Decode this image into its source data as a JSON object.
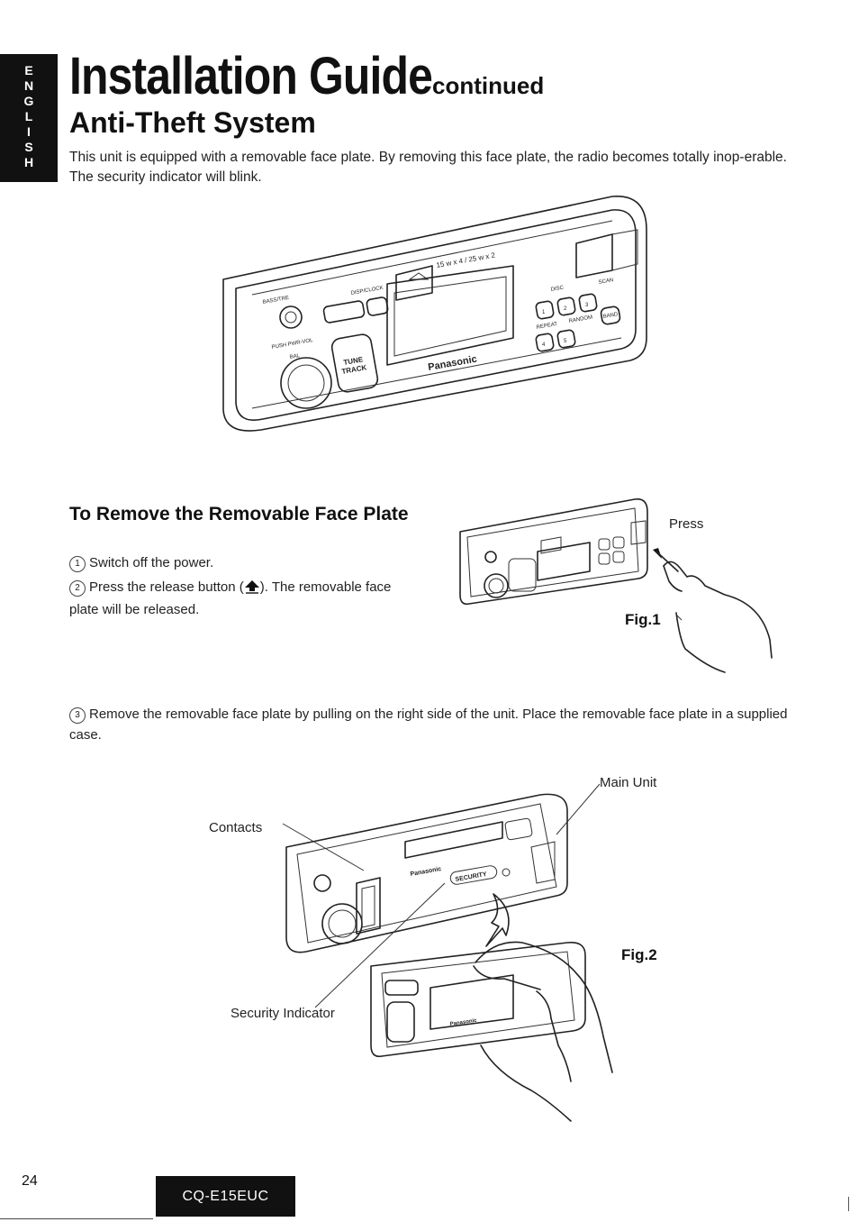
{
  "sidebar": {
    "language_letters": [
      "E",
      "N",
      "G",
      "L",
      "I",
      "S",
      "H"
    ]
  },
  "header": {
    "title": "Installation Guide",
    "title_suffix": "continued"
  },
  "section": {
    "title": "Anti-Theft System",
    "intro": "This unit is equipped with a removable face plate. By removing this face plate, the radio becomes totally inop-erable. The security indicator will blink."
  },
  "radio_panel": {
    "brand": "Panasonic",
    "labels": {
      "bass_treble": "BASS/TRE",
      "push_pwr_vol": "PUSH PWR-VOL",
      "bal": "BAL",
      "disp_clock": "DISP/CLOCK",
      "tune": "TUNE",
      "track": "TRACK",
      "disc": "DISC",
      "scan": "SCAN",
      "repeat": "REPEAT",
      "random": "RANDOM",
      "band": "BAND",
      "tape_format": "15 w x 4 / 25 w x 2",
      "presets": [
        "1",
        "2",
        "3",
        "4",
        "5"
      ]
    }
  },
  "removal": {
    "heading": "To Remove the Removable Face Plate",
    "steps": [
      {
        "num": "1",
        "text": "Switch off the power."
      },
      {
        "num": "2",
        "text_before": "Press the release button (",
        "text_after": "). The removable face plate will be released."
      }
    ],
    "step3": {
      "num": "3",
      "text": "Remove the removable face plate by pulling on the right side of the unit. Place the removable face plate in a supplied case."
    }
  },
  "fig1": {
    "label": "Fig.1",
    "callout": "Press"
  },
  "fig2": {
    "label": "Fig.2",
    "callouts": {
      "main_unit": "Main Unit",
      "contacts": "Contacts",
      "security_indicator": "Security Indicator"
    },
    "security_text": "SECURITY"
  },
  "footer": {
    "page_number": "24",
    "model": "CQ-E15EUC"
  }
}
